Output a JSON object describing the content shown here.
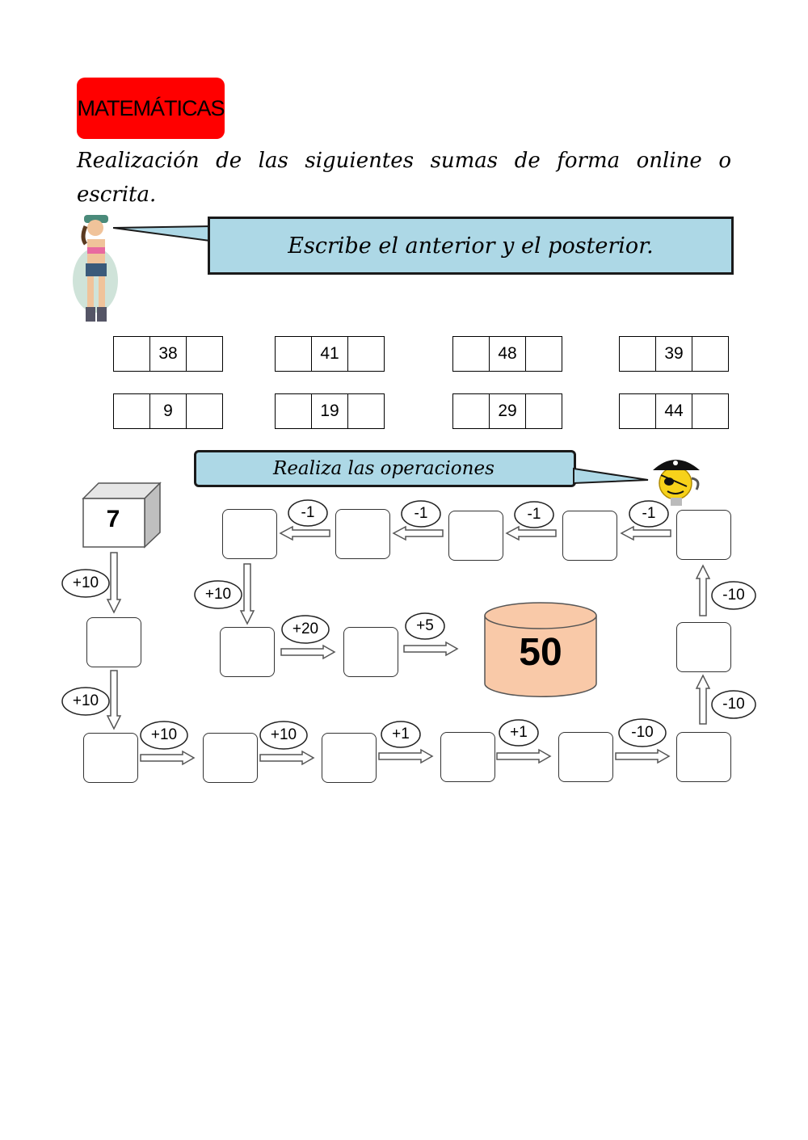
{
  "header": {
    "subject": "MATEMÁTICAS"
  },
  "instruction": "Realización de las siguientes sumas de forma online o escrita.",
  "section1": {
    "title": "Escribe el anterior y el posterior.",
    "numbers": [
      "38",
      "41",
      "48",
      "39",
      "9",
      "19",
      "29",
      "44"
    ]
  },
  "section2": {
    "title": "Realiza las operaciones",
    "start": "7",
    "goal": "50",
    "ops": [
      "-1",
      "-1",
      "-1",
      "-1",
      "+10",
      "+10",
      "-10",
      "+20",
      "+5",
      "+10",
      "-10",
      "+10",
      "+10",
      "+1",
      "+1",
      "-10"
    ]
  },
  "colors": {
    "badge": "#ff0000",
    "banner": "#add8e6",
    "cylinder": "#f9c9a8",
    "cube": "#d9d9d9"
  },
  "icons": [
    "pirate-girl-icon",
    "pirate-smiley-icon"
  ]
}
